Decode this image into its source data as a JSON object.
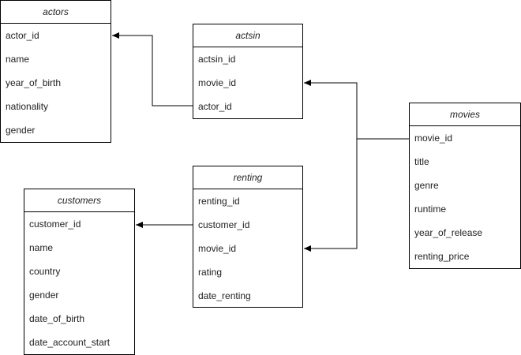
{
  "entities": {
    "actors": {
      "title": "actors",
      "fields": [
        "actor_id",
        "name",
        "year_of_birth",
        "nationality",
        "gender"
      ]
    },
    "actsin": {
      "title": "actsin",
      "fields": [
        "actsin_id",
        "movie_id",
        "actor_id"
      ]
    },
    "movies": {
      "title": "movies",
      "fields": [
        "movie_id",
        "title",
        "genre",
        "runtime",
        "year_of_release",
        "renting_price"
      ]
    },
    "renting": {
      "title": "renting",
      "fields": [
        "renting_id",
        "customer_id",
        "movie_id",
        "rating",
        "date_renting"
      ]
    },
    "customers": {
      "title": "customers",
      "fields": [
        "customer_id",
        "name",
        "country",
        "gender",
        "date_of_birth",
        "date_account_start"
      ]
    }
  },
  "relationships": [
    {
      "from": "actsin.actor_id",
      "to": "actors.actor_id"
    },
    {
      "from": "movies.movie_id",
      "to": "actsin.movie_id"
    },
    {
      "from": "movies.movie_id",
      "to": "renting.movie_id"
    },
    {
      "from": "renting.customer_id",
      "to": "customers.customer_id"
    }
  ]
}
